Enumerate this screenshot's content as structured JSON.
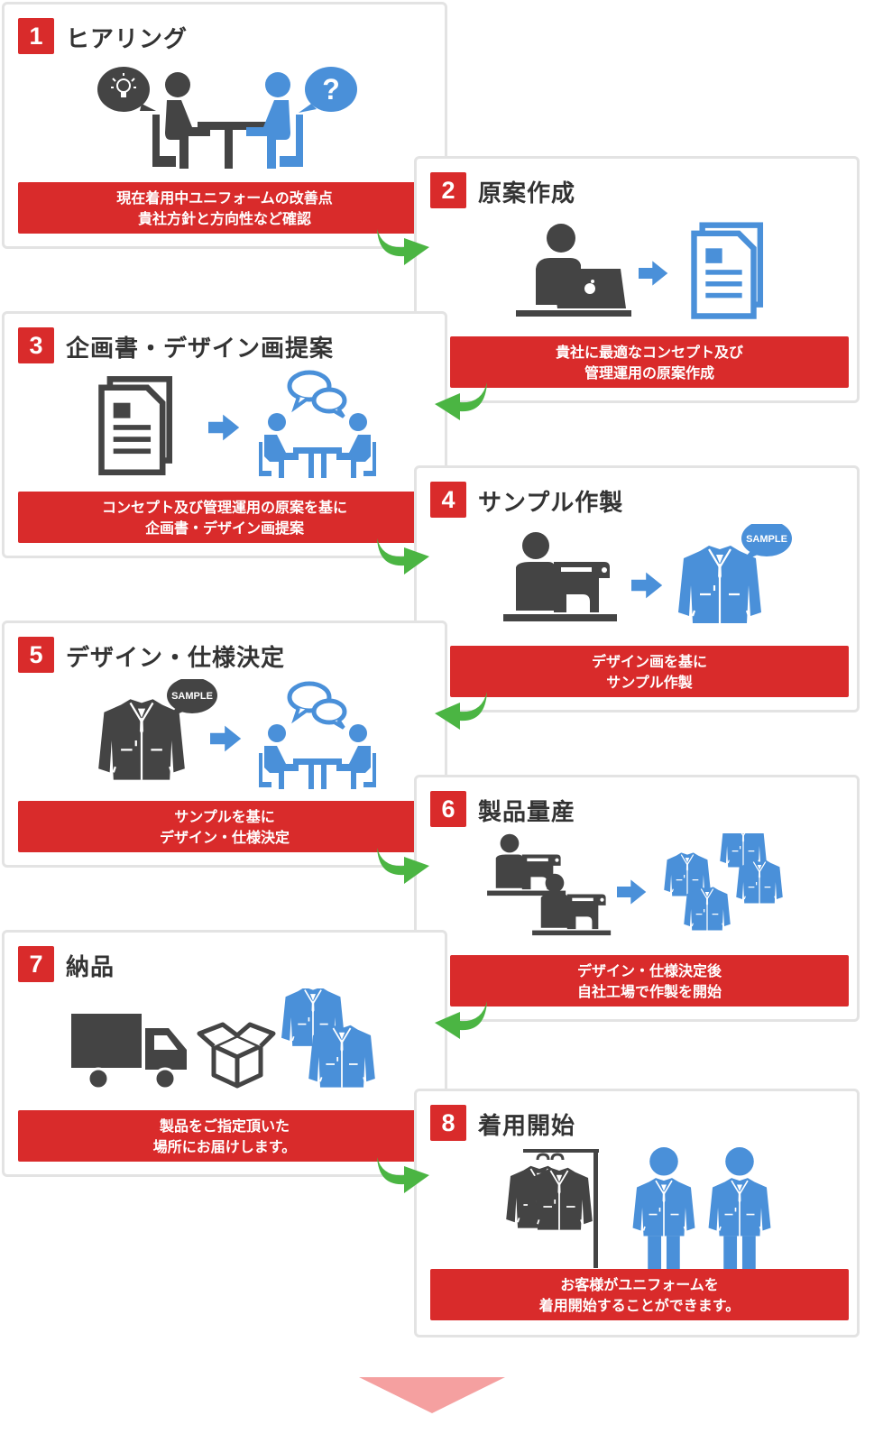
{
  "steps": [
    {
      "number": "1",
      "title": "ヒアリング",
      "lines": [
        "現在着用中ユニフォームの改善点",
        "貴社方針と方向性など確認"
      ]
    },
    {
      "number": "2",
      "title": "原案作成",
      "lines": [
        "貴社に最適なコンセプト及び",
        "管理運用の原案作成"
      ]
    },
    {
      "number": "3",
      "title": "企画書・デザイン画提案",
      "lines": [
        "コンセプト及び管理運用の原案を基に",
        "企画書・デザイン画提案"
      ]
    },
    {
      "number": "4",
      "title": "サンプル作製",
      "lines": [
        "デザイン画を基に",
        "サンプル作製"
      ]
    },
    {
      "number": "5",
      "title": "デザイン・仕様決定",
      "lines": [
        "サンプルを基に",
        "デザイン・仕様決定"
      ]
    },
    {
      "number": "6",
      "title": "製品量産",
      "lines": [
        "デザイン・仕様決定後",
        "自社工場で作製を開始"
      ]
    },
    {
      "number": "7",
      "title": "納品",
      "lines": [
        "製品をご指定頂いた",
        "場所にお届けします。"
      ]
    },
    {
      "number": "8",
      "title": "着用開始",
      "lines": [
        "お客様がユニフォームを",
        "着用開始することができます。"
      ]
    }
  ],
  "labels": {
    "sample": "SAMPLE",
    "question": "?"
  },
  "colors": {
    "accent": "#d92b2b",
    "blue": "#4a90d9",
    "dark": "#444444",
    "green": "#4bb543",
    "pink": "#f5a0a0"
  },
  "icons": [
    "lightbulb-icon",
    "question-icon",
    "meeting-icon",
    "laptop-user-icon",
    "document-icon",
    "discussion-icon",
    "sewing-icon",
    "jacket-icon",
    "truck-icon",
    "box-icon",
    "hanger-rack-icon",
    "uniform-person-icon"
  ]
}
